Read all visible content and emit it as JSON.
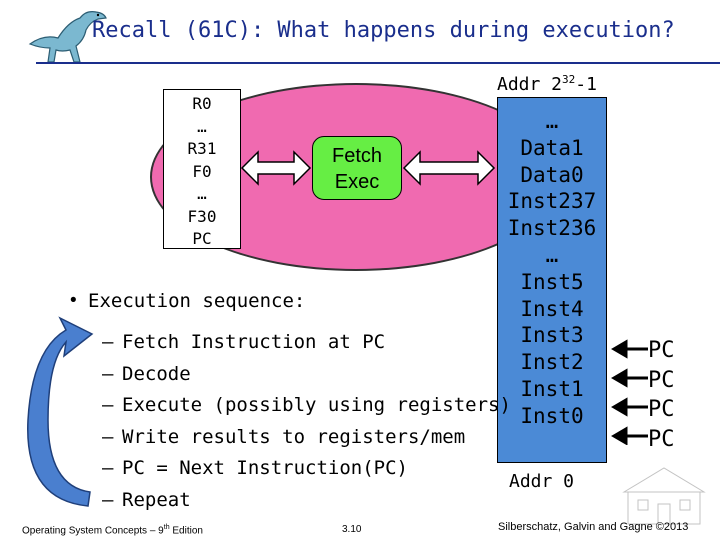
{
  "header": {
    "title": "Recall (61C): What happens during execution?"
  },
  "processor": {
    "registers": [
      "R0",
      "…",
      "R31",
      "F0",
      "…",
      "F30",
      "PC"
    ],
    "unit": [
      "Fetch",
      "Exec"
    ]
  },
  "memory": {
    "addr_top_base": "Addr 2",
    "addr_top_exp": "32",
    "addr_top_suffix": "-1",
    "cells": [
      "…",
      "Data1",
      "Data0",
      "Inst237",
      "Inst236",
      "…",
      "Inst5",
      "Inst4",
      "Inst3",
      "Inst2",
      "Inst1",
      "Inst0"
    ],
    "addr_bottom": "Addr 0"
  },
  "pc_pointers": [
    "PC",
    "PC",
    "PC",
    "PC"
  ],
  "sequence": {
    "bullet": "•",
    "title": "Execution sequence:",
    "steps": [
      "Fetch Instruction at PC",
      "Decode",
      "Execute (possibly using registers)",
      "Write results to registers/mem",
      "PC = Next Instruction(PC)",
      "Repeat"
    ],
    "dash": "–"
  },
  "footer": {
    "left_a": "Operating System Concepts – 9",
    "left_sup": "th",
    "left_b": " Edition",
    "page": "3.10",
    "right": "Silberschatz, Galvin and Gagne ©2013"
  },
  "colors": {
    "title": "#1a2e8c",
    "ellipse": "#f06ab0",
    "fetch_exec": "#66ee44",
    "memory": "#4b8ad6"
  }
}
